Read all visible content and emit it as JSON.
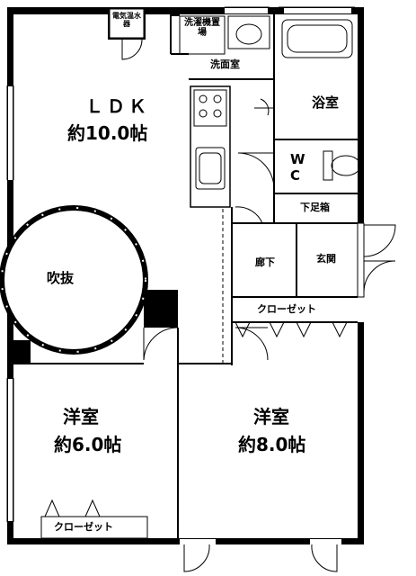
{
  "rooms": {
    "ldk": {
      "name": "ＬＤＫ",
      "size": "約10.0帖"
    },
    "void": {
      "name": "吹抜"
    },
    "western_left": {
      "name": "洋室",
      "size": "約6.0帖"
    },
    "western_right": {
      "name": "洋室",
      "size": "約8.0帖"
    },
    "washroom": {
      "name": "洗面室"
    },
    "bathroom": {
      "name": "浴室"
    },
    "wc": {
      "name": "W\nC"
    },
    "shoe_box": {
      "name": "下足箱"
    },
    "hallway": {
      "name": "廊下"
    },
    "entrance": {
      "name": "玄関"
    }
  },
  "fixtures": {
    "water_heater": "電気温水器",
    "washer_space": "洗濯機置場",
    "closet_center": "クローゼット",
    "closet_bottom": "クローゼット"
  }
}
